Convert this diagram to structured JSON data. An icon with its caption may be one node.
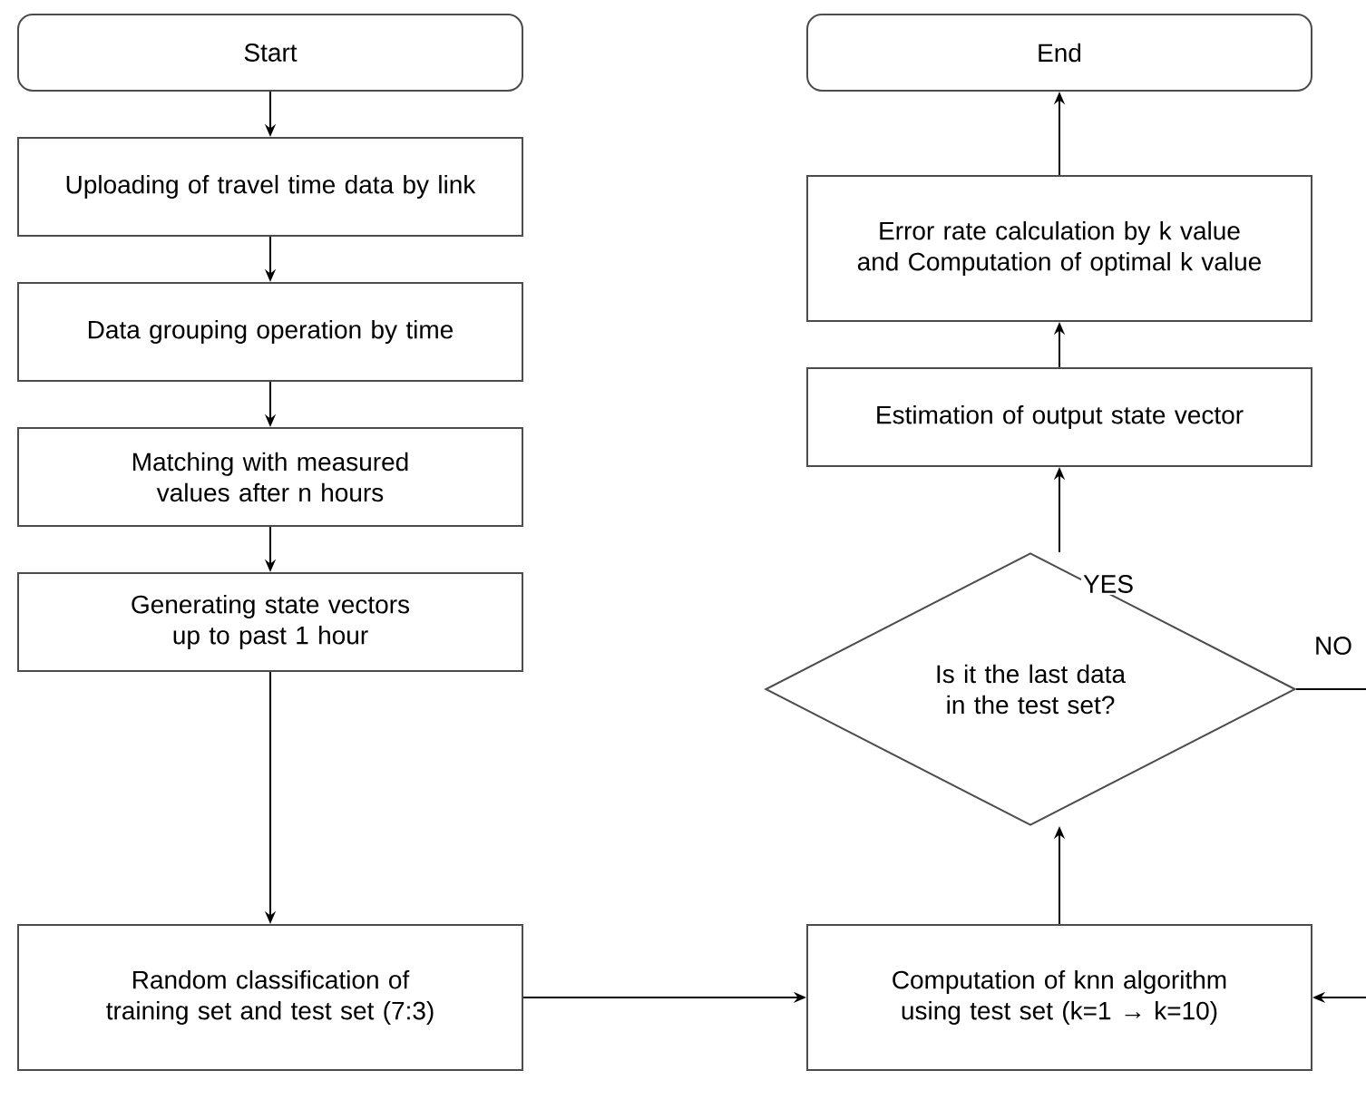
{
  "diagram": {
    "nodes": [
      {
        "text": [
          "Start"
        ]
      },
      {
        "text": [
          "Uploading of travel time data by link"
        ]
      },
      {
        "text": [
          "Data grouping operation by time"
        ]
      },
      {
        "text": [
          "Matching with measured values after n hours"
        ]
      },
      {
        "text": [
          "Generating state vectors up to past 1 hour"
        ]
      },
      {
        "text": [
          "Random classification of training set and test set (7:3)"
        ]
      },
      {
        "text": [
          "End"
        ]
      },
      {
        "text": [
          "Error rate calculation by k value and Computation of optimal k value"
        ]
      },
      {
        "text": [
          "Estimation of output state vector"
        ]
      },
      {
        "text": [
          "Is it the last data in the test set?"
        ]
      },
      {
        "text": [
          "Computation of knn algorithm using test set (k=1 → k=10)"
        ]
      }
    ],
    "edges": [
      {
        "from": 0,
        "to": 1,
        "arrow": "to"
      },
      {
        "from": 1,
        "to": 2,
        "arrow": "to"
      },
      {
        "from": 2,
        "to": 3,
        "arrow": "to"
      },
      {
        "from": 3,
        "to": 4,
        "arrow": "to"
      },
      {
        "from": 4,
        "to": 5,
        "arrow": "to"
      },
      {
        "from": 5,
        "to": 10,
        "arrow": "to"
      },
      {
        "from": 10,
        "to": 9,
        "arrow": "to"
      },
      {
        "from": 9,
        "to": 8,
        "arrow": "to",
        "label": "YES"
      },
      {
        "from": 8,
        "to": 7,
        "arrow": "to"
      },
      {
        "from": 7,
        "to": 6,
        "arrow": "to"
      },
      {
        "from": 9,
        "to": 10,
        "arrow": "to",
        "label": "NO"
      }
    ]
  }
}
